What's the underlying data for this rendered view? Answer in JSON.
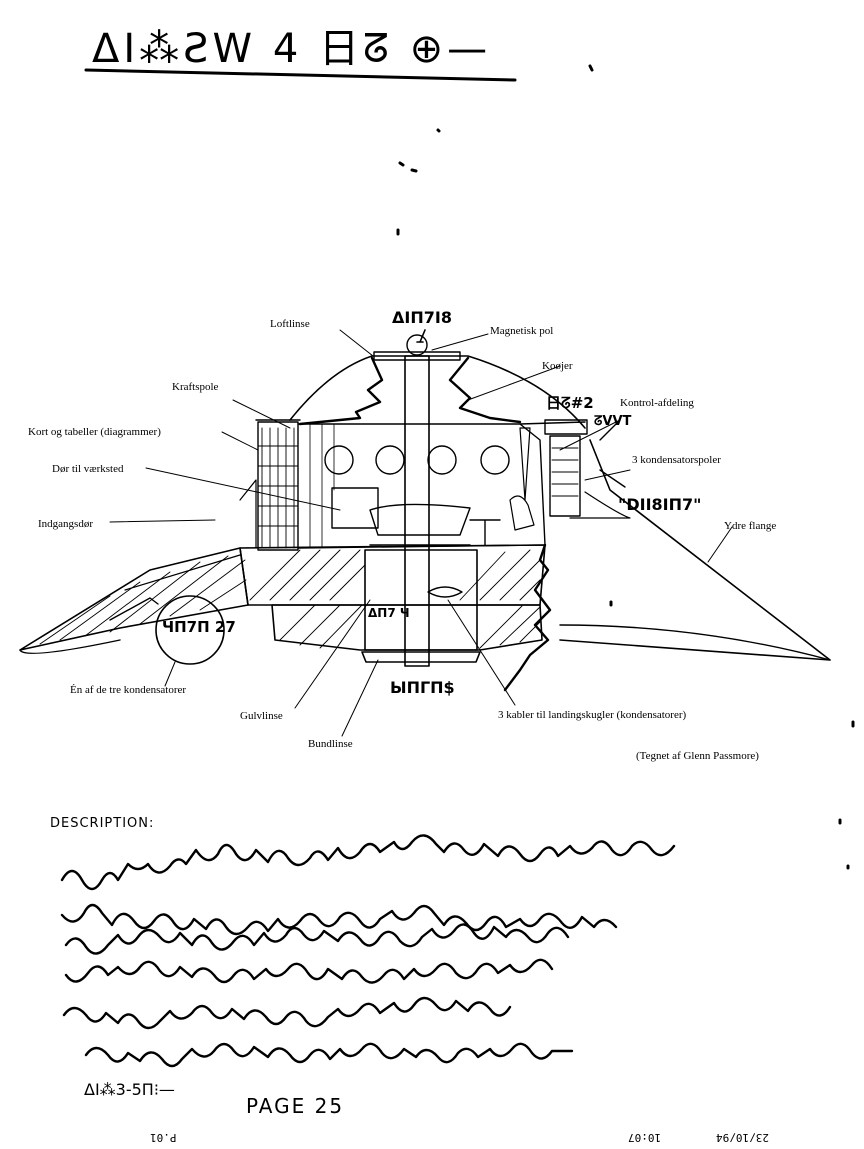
{
  "header": {
    "glyph_title": "ΔI⁂ƧW 4 日ᘔ ⊕—"
  },
  "figure": {
    "labels": {
      "loftlinse": "Loftlinse",
      "magnetisk_pol": "Magnetisk pol",
      "kraftspole": "Kraftspole",
      "koojer": "Koøjer",
      "kontrol_afdeling": "Kontrol-afdeling",
      "kort_og_tabeller": "Kort og tabeller (diagrammer)",
      "dor_til_vaerksted": "Dør til værksted",
      "kondensatorspoler": "3 kondensatorspoler",
      "indgangsdor": "Indgangsdør",
      "ydre_flange": "Ydre flange",
      "en_af_de_tre": "Én af de tre kondensatorer",
      "gulvlinse": "Gulvlinse",
      "bundlinse": "Bundlinse",
      "kabler": "3 kabler til landingskugler (kondensatorer)",
      "credit": "(Tegnet af Glenn Passmore)"
    },
    "glyph_annotations": {
      "top": "ΔIΠ7I8",
      "right_upper": "日ᘔ#2",
      "right_side": "ᘔVVT",
      "right_flange": "\"DII8IΠ7\"",
      "capacitor": "ЧΠ7Π 27",
      "center": "ΔΠ7 Ч",
      "bottom": "ЫΠΓΠ$"
    }
  },
  "description": {
    "label": "DESCRIPTION:",
    "lines_count": 6
  },
  "signature": {
    "glyphs": "ΔI⁂3-5Π⁝—",
    "page_label": "PAGE 25"
  },
  "footer": {
    "page": "P.01",
    "time": "10:07",
    "date": "23/10/94"
  }
}
